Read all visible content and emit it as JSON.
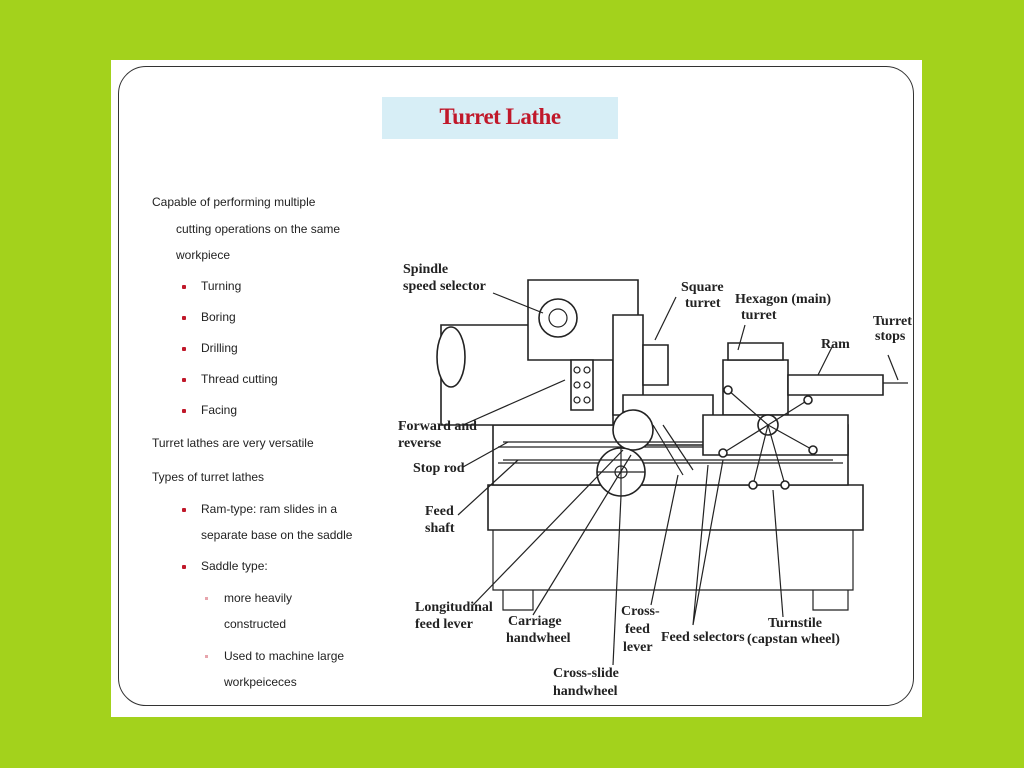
{
  "slide": {
    "title": "Turret Lathe",
    "content": {
      "intro_line1": "Capable of performing multiple",
      "intro_line2": "cutting operations on the same",
      "intro_line3": "workpiece",
      "operations": [
        "Turning",
        "Boring",
        "Drilling",
        "Thread cutting",
        "Facing"
      ],
      "versatile": "Turret lathes are very versatile",
      "types_heading": "Types of turret lathes",
      "ram_line1": "Ram-type: ram slides in a",
      "ram_line2": "separate base on the saddle",
      "saddle": "Saddle type:",
      "saddle_sub1_line1": "more heavily",
      "saddle_sub1_line2": "constructed",
      "saddle_sub2_line1": "Used to machine large",
      "saddle_sub2_line2": "workpeiceces"
    }
  },
  "diagram": {
    "labels": {
      "spindle_line1": "Spindle",
      "spindle_line2": "speed selector",
      "square_line1": "Square",
      "square_line2": "turret",
      "hexagon_line1": "Hexagon (main)",
      "hexagon_line2": "turret",
      "ram": "Ram",
      "turret_stops_line1": "Turret",
      "turret_stops_line2": "stops",
      "forward_line1": "Forward and",
      "forward_line2": "reverse",
      "stop_rod": "Stop rod",
      "feed_shaft_line1": "Feed",
      "feed_shaft_line2": "shaft",
      "longitudinal_line1": "Longitudinal",
      "longitudinal_line2": "feed lever",
      "carriage_line1": "Carriage",
      "carriage_line2": "handwheel",
      "cross_feed_line1": "Cross-",
      "cross_feed_line2": "feed",
      "cross_feed_line3": "lever",
      "feed_selectors": "Feed selectors",
      "turnstile_line1": "Turnstile",
      "turnstile_line2": "(capstan wheel)",
      "cross_slide_line1": "Cross-slide",
      "cross_slide_line2": "handwheel"
    }
  }
}
